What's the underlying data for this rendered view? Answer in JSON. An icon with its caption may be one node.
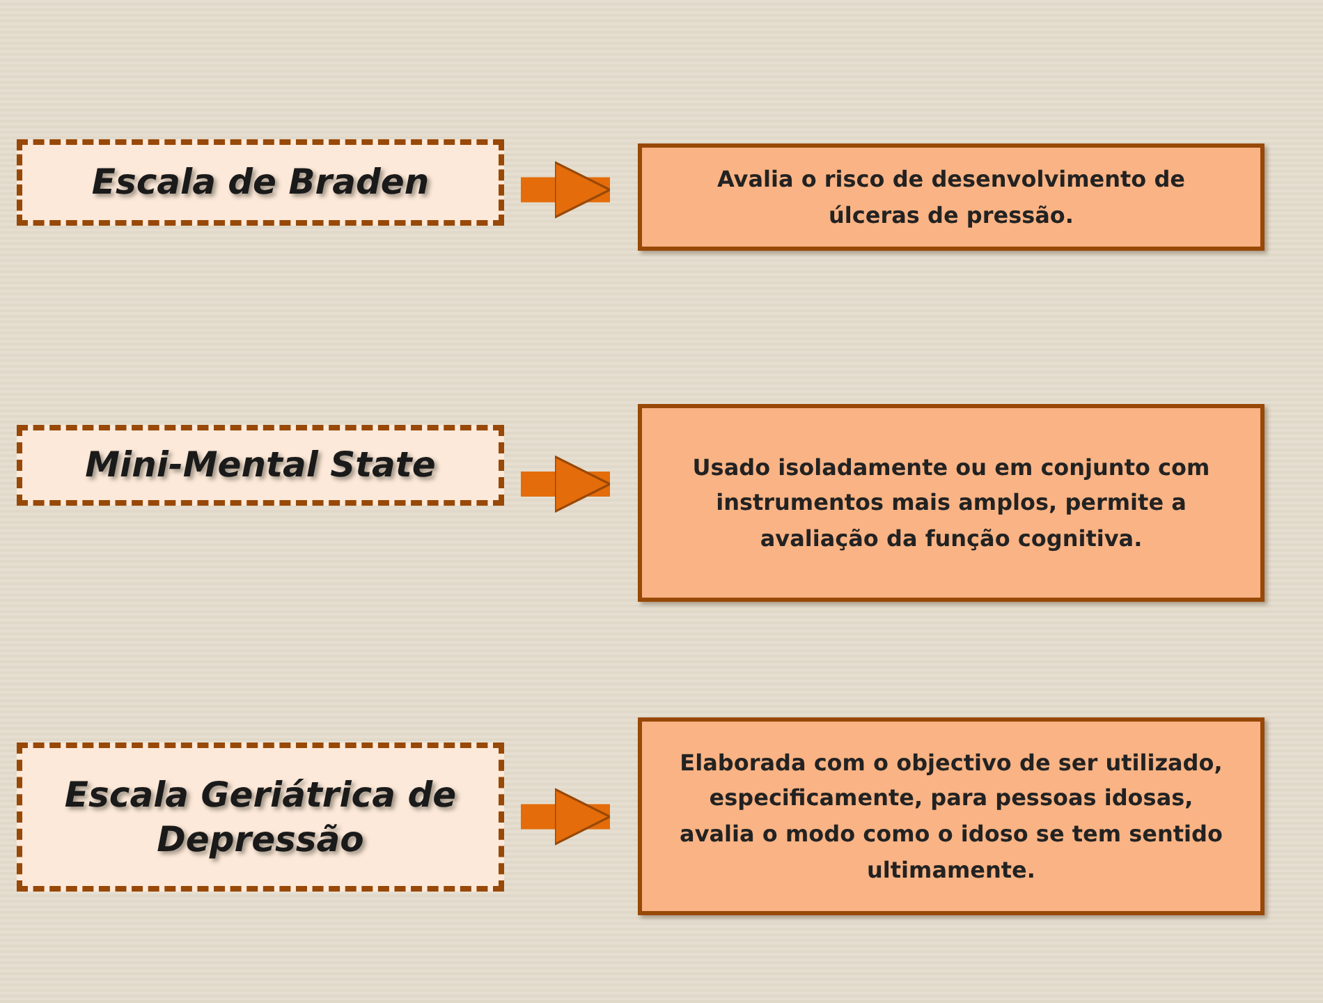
{
  "diagram": {
    "nodes": [
      {
        "text": [
          "Escala de Braden"
        ]
      },
      {
        "text": [
          "Avalia o risco de desenvolvimento de úlceras de pressão."
        ]
      },
      {
        "text": [
          "Mini-Mental State"
        ]
      },
      {
        "text": [
          "Usado isoladamente ou em conjunto com instrumentos mais amplos, permite a avaliação da função cognitiva."
        ]
      },
      {
        "text": [
          "Escala Geriátrica de Depressão"
        ]
      },
      {
        "text": [
          "Elaborada com o objectivo de ser utilizado, especificamente, para pessoas idosas, avalia o modo como o idoso se tem sentido ultimamente."
        ]
      }
    ],
    "edges": [
      {
        "from": 0,
        "to": 1,
        "arrow": "to"
      },
      {
        "from": 2,
        "to": 3,
        "arrow": "to"
      },
      {
        "from": 4,
        "to": 5,
        "arrow": "to"
      }
    ]
  }
}
